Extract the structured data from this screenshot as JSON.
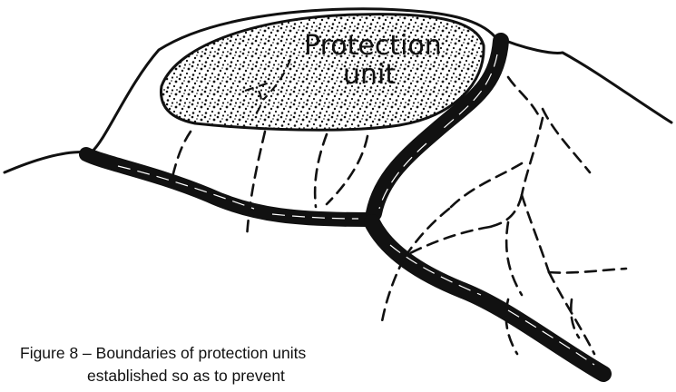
{
  "diagram": {
    "unit_label_line1": "Protection",
    "unit_label_line2": "unit",
    "colors": {
      "ink": "#111111",
      "stipple_background": "#ffffff",
      "stipple_dot": "#111111"
    }
  },
  "caption": {
    "line1": "Figure 8 – Boundaries of protection units",
    "line2": "established so as to prevent"
  }
}
